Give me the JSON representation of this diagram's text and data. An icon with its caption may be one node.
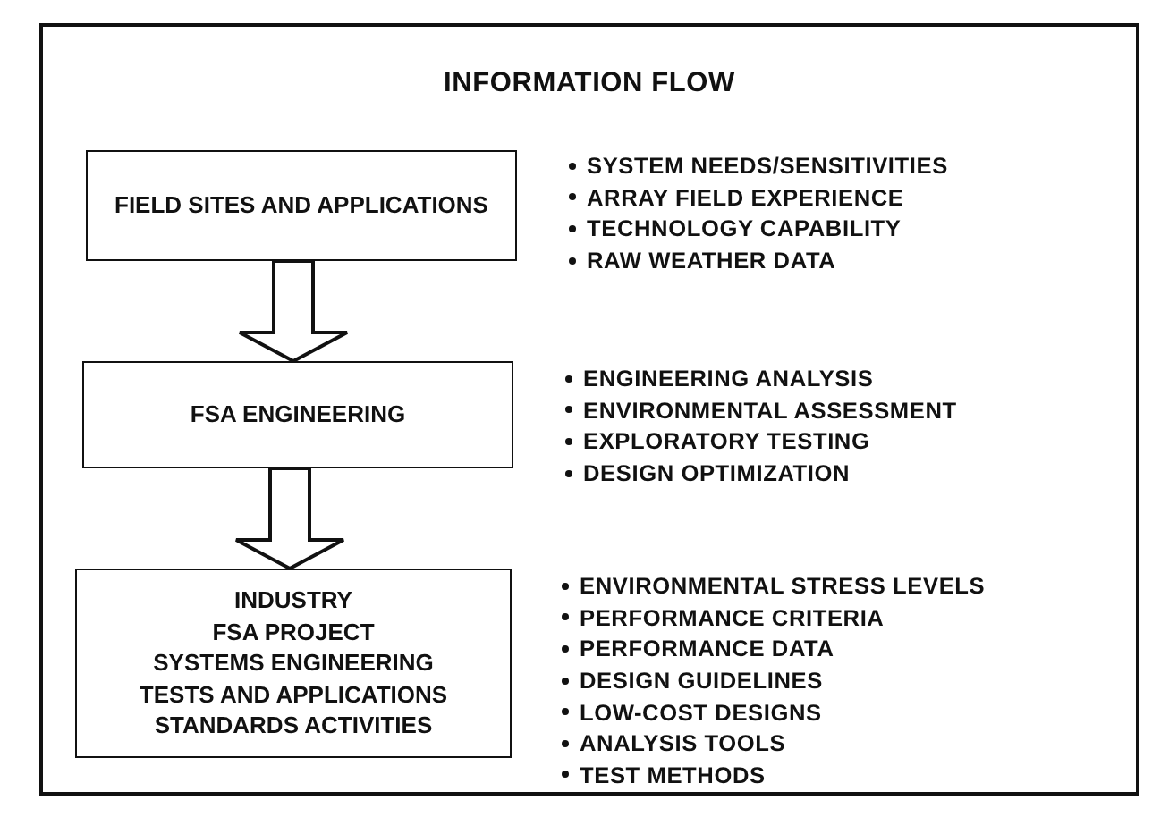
{
  "diagram": {
    "title": "INFORMATION FLOW",
    "nodes": [
      {
        "text": [
          "FIELD SITES AND APPLICATIONS"
        ],
        "beside": [
          "SYSTEM NEEDS/SENSITIVITIES",
          "ARRAY FIELD EXPERIENCE",
          "TECHNOLOGY CAPABILITY",
          "RAW WEATHER DATA"
        ]
      },
      {
        "text": [
          "FSA ENGINEERING"
        ],
        "beside": [
          "ENGINEERING ANALYSIS",
          "ENVIRONMENTAL ASSESSMENT",
          "EXPLORATORY TESTING",
          "DESIGN OPTIMIZATION"
        ]
      },
      {
        "text": [
          "INDUSTRY",
          "FSA PROJECT",
          "SYSTEMS ENGINEERING",
          "TESTS AND APPLICATIONS",
          "STANDARDS ACTIVITIES"
        ],
        "beside": [
          "ENVIRONMENTAL STRESS LEVELS",
          "PERFORMANCE CRITERIA",
          "PERFORMANCE DATA",
          "DESIGN GUIDELINES",
          "LOW-COST DESIGNS",
          "ANALYSIS TOOLS",
          "TEST METHODS"
        ]
      }
    ],
    "edges": [
      {
        "from": 0,
        "to": 1,
        "arrow": "to"
      },
      {
        "from": 1,
        "to": 2,
        "arrow": "to"
      }
    ]
  }
}
